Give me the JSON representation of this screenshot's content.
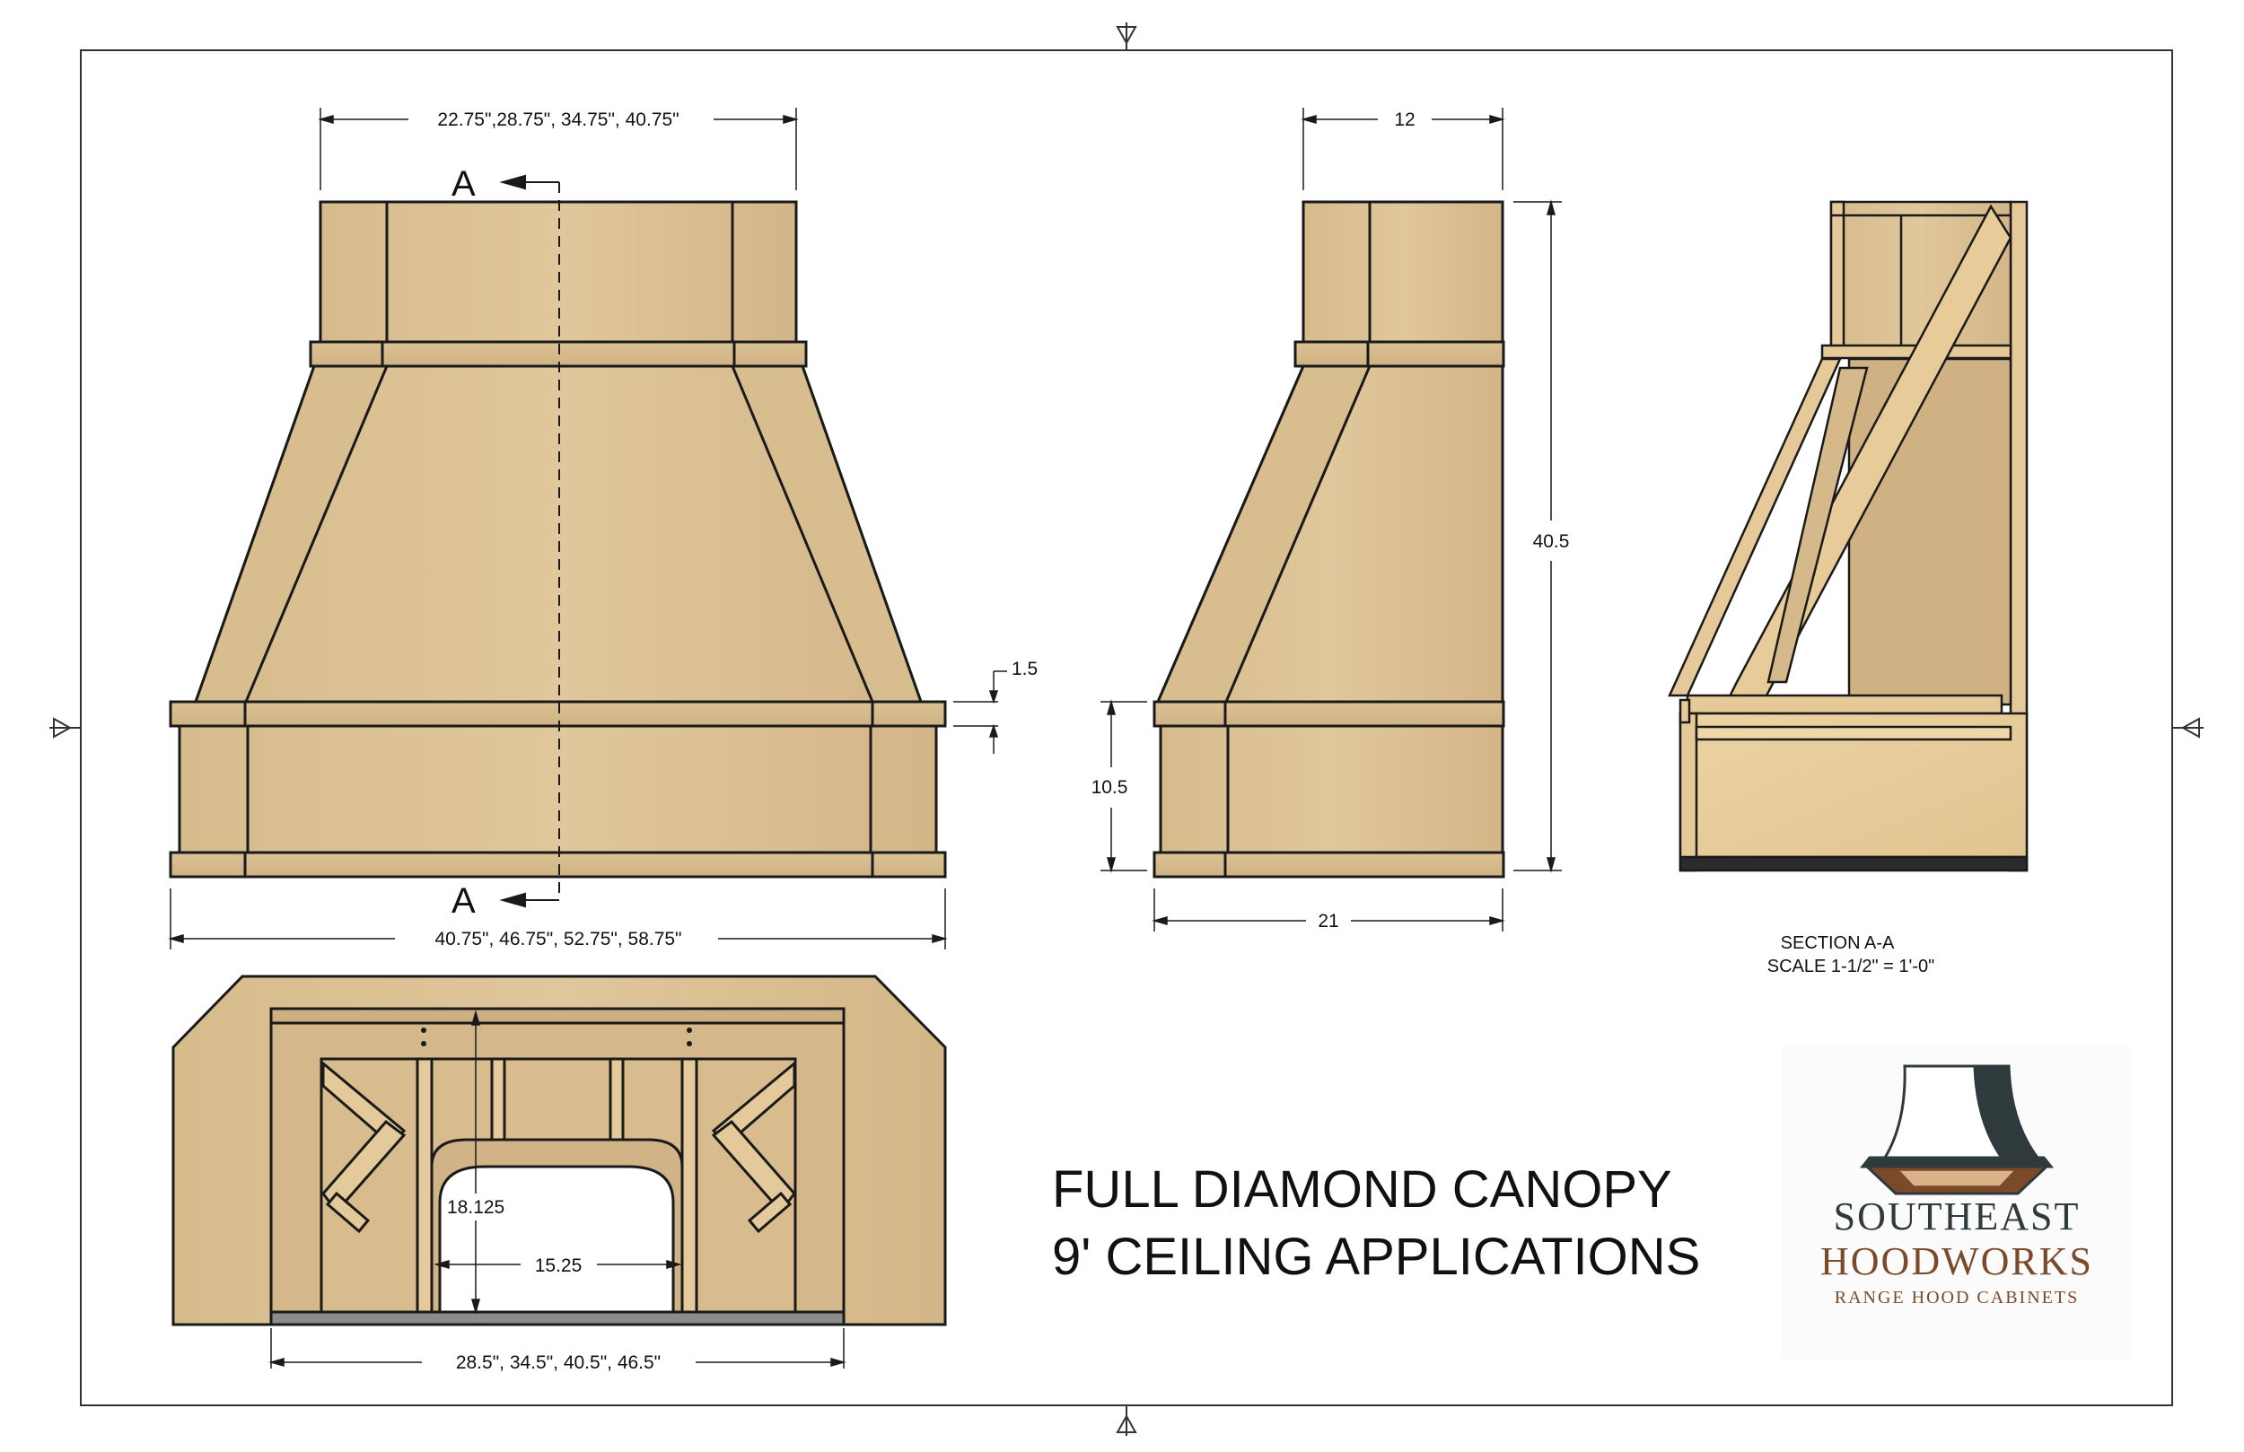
{
  "front_view": {
    "top_width_dim": "22.75\",28.75\", 34.75\", 40.75\"",
    "bottom_width_dim": "40.75\", 46.75\", 52.75\", 58.75\"",
    "band_dim": "1.5",
    "section_marker": "A"
  },
  "side_view": {
    "top_width_dim": "12",
    "height_dim": "40.5",
    "base_height_dim": "10.5",
    "depth_dim": "21"
  },
  "section_view": {
    "label": "SECTION A-A",
    "scale": "SCALE 1-1/2\" = 1'-0\""
  },
  "bottom_view": {
    "depth_dim": "18.125",
    "opening_width_dim": "15.25",
    "width_dim": "28.5\", 34.5\", 40.5\", 46.5\""
  },
  "title": {
    "line1": "FULL DIAMOND CANOPY",
    "line2": "9' CEILING APPLICATIONS"
  },
  "brand": {
    "name_line1": "SOUTHEAST",
    "name_line2": "HOODWORKS",
    "tagline": "RANGE HOOD CABINETS"
  },
  "colors": {
    "wood": "#d9bf93",
    "wood_dark": "#c9aa78",
    "outline": "#1a1a1a",
    "brand_copper": "#7a4a2a",
    "brand_slate": "#2f3a3c"
  }
}
